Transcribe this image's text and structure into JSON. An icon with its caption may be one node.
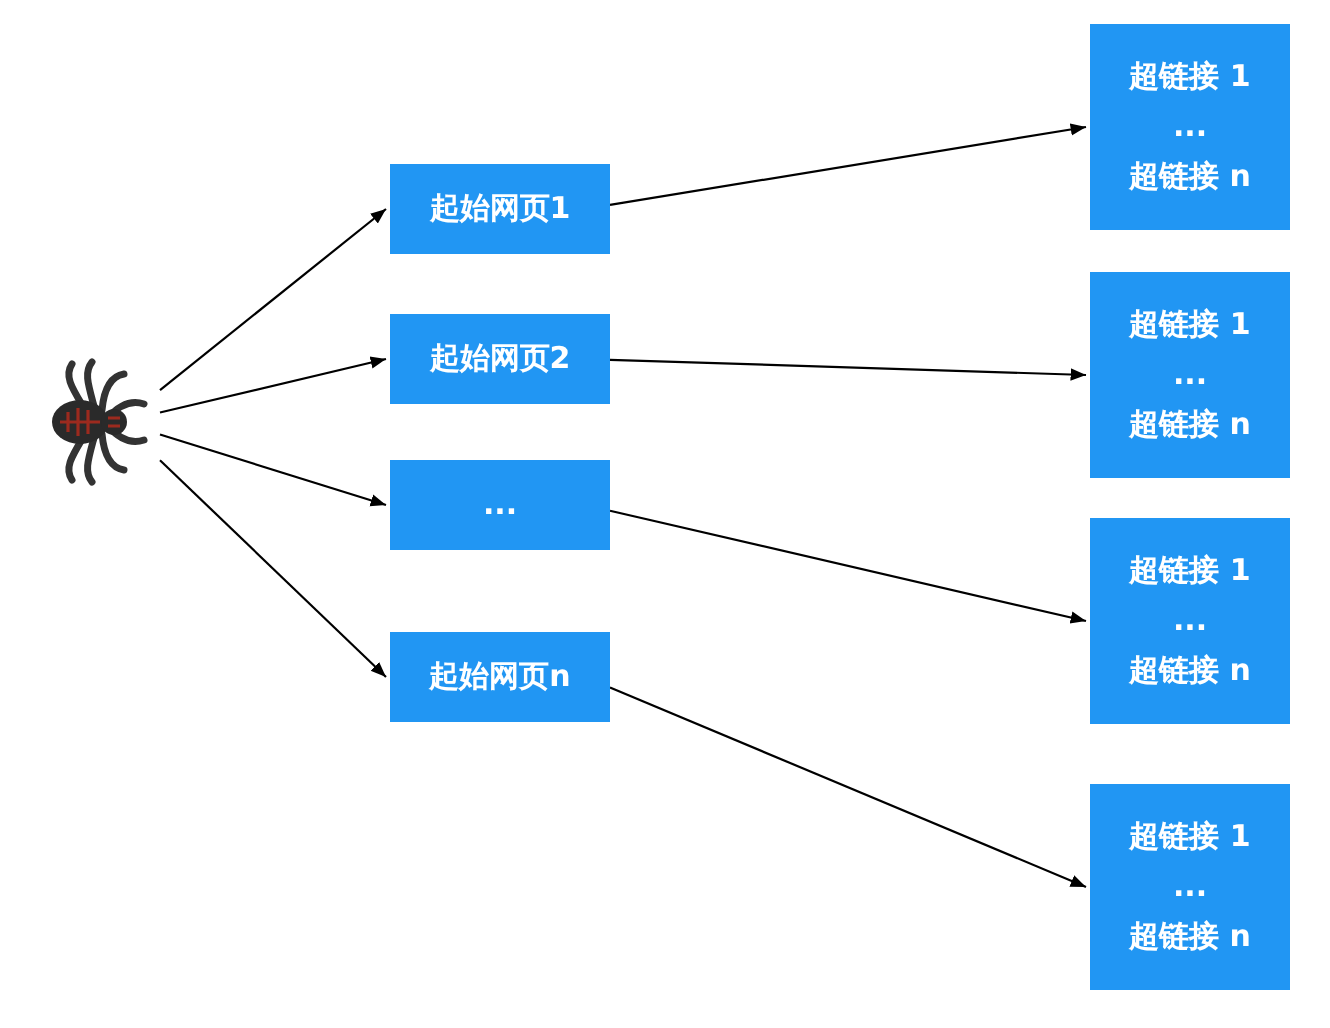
{
  "diagram": {
    "nodes": [
      {
        "text": [],
        "shape": "picture"
      },
      {
        "text": [
          "起始网页1"
        ]
      },
      {
        "text": [
          "起始网页2"
        ]
      },
      {
        "text": [
          "..."
        ]
      },
      {
        "text": [
          "起始网页n"
        ]
      },
      {
        "text": [
          "超链接 1",
          "...",
          "超链接 n"
        ]
      },
      {
        "text": [
          "超链接 1",
          "...",
          "超链接 n"
        ]
      },
      {
        "text": [
          "超链接 1",
          "...",
          "超链接 n"
        ]
      },
      {
        "text": [
          "超链接 1",
          "...",
          "超链接 n"
        ]
      }
    ],
    "edges": [
      {
        "from": 0,
        "to": 1,
        "arrow": "to"
      },
      {
        "from": 0,
        "to": 2,
        "arrow": "to"
      },
      {
        "from": 0,
        "to": 3,
        "arrow": "to"
      },
      {
        "from": 0,
        "to": 4,
        "arrow": "to"
      },
      {
        "from": 1,
        "to": 5,
        "arrow": "to"
      },
      {
        "from": 2,
        "to": 6,
        "arrow": "to"
      },
      {
        "from": 3,
        "to": 7,
        "arrow": "to"
      },
      {
        "from": 4,
        "to": 8,
        "arrow": "to"
      }
    ]
  }
}
